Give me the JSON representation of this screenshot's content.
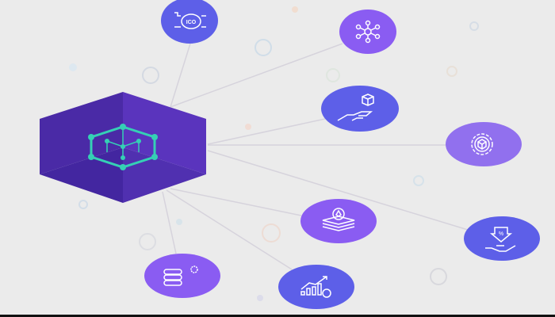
{
  "colors": {
    "background": "#ebebeb",
    "blue": "#5d5fe8",
    "purple": "#8a5cf2",
    "violet": "#9170ee",
    "hexagon_left": "#4a2aa6",
    "hexagon_right": "#5a34bd",
    "hexagon_top": "#5330b2",
    "accent": "#35d0b5",
    "connector": "#d6d3dc"
  },
  "hub": {
    "icon": "blockchain-cube-icon"
  },
  "nodes": [
    {
      "id": "ico",
      "icon": "ico-circuit-icon",
      "label": "ICO",
      "color": "blue"
    },
    {
      "id": "network",
      "icon": "network-nodes-icon",
      "color": "purple"
    },
    {
      "id": "hand-box",
      "icon": "hand-holding-box-icon",
      "color": "blue"
    },
    {
      "id": "gear",
      "icon": "gear-cube-icon",
      "color": "violet"
    },
    {
      "id": "coins",
      "icon": "coin-stack-icon",
      "color": "purple"
    },
    {
      "id": "discount",
      "icon": "hand-percent-icon",
      "color": "blue"
    },
    {
      "id": "database",
      "icon": "database-gear-icon",
      "color": "purple"
    },
    {
      "id": "growth",
      "icon": "growth-chart-dollar-icon",
      "color": "blue"
    }
  ]
}
